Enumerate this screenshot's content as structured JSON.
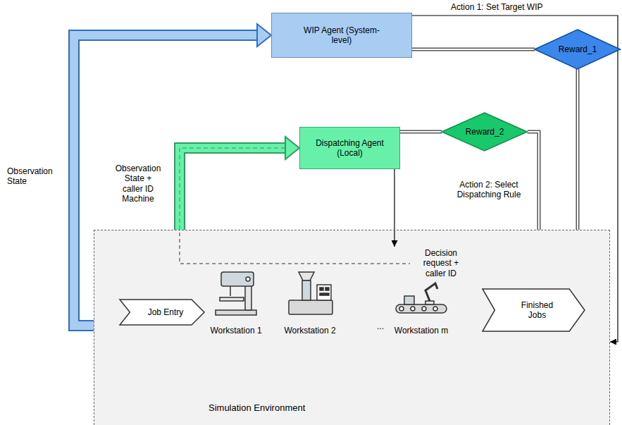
{
  "diagram": {
    "nodes": [
      {
        "text": [
          "WIP Agent (System-level)"
        ]
      },
      {
        "text": [
          "Reward_1"
        ]
      },
      {
        "text": [
          "Dispatching Agent (Local)"
        ]
      },
      {
        "text": [
          "Reward_2"
        ]
      },
      {
        "text": [
          "Simulation Environment"
        ]
      },
      {
        "text": [
          "Job Entry"
        ],
        "in": 4
      },
      {
        "text": [
          "Workstation 1"
        ],
        "in": 4
      },
      {
        "text": [
          "Workstation 2"
        ],
        "in": 4
      },
      {
        "text": [
          "Workstation m"
        ],
        "in": 4
      },
      {
        "text": [
          "Finished Jobs"
        ],
        "in": 4
      }
    ],
    "edges": [
      {
        "from": 4,
        "to": 0,
        "arrow": "to",
        "label": "Observation State"
      },
      {
        "from": 4,
        "to": 2,
        "arrow": "to",
        "label": "Observation State + caller ID Machine"
      },
      {
        "from": 0,
        "to": 4,
        "arrow": "to",
        "label": "Action 1: Set Target WIP"
      },
      {
        "from": 2,
        "to": 4,
        "arrow": "to",
        "label": "Action 2: Select Dispatching Rule"
      },
      {
        "from": 1,
        "to": 0,
        "arrow": "none"
      },
      {
        "from": 4,
        "to": 1,
        "arrow": "none"
      },
      {
        "from": 3,
        "to": 2,
        "arrow": "none"
      },
      {
        "from": 4,
        "to": 3,
        "arrow": "none"
      }
    ],
    "labels": [
      "Decision request + caller ID",
      "..."
    ]
  }
}
